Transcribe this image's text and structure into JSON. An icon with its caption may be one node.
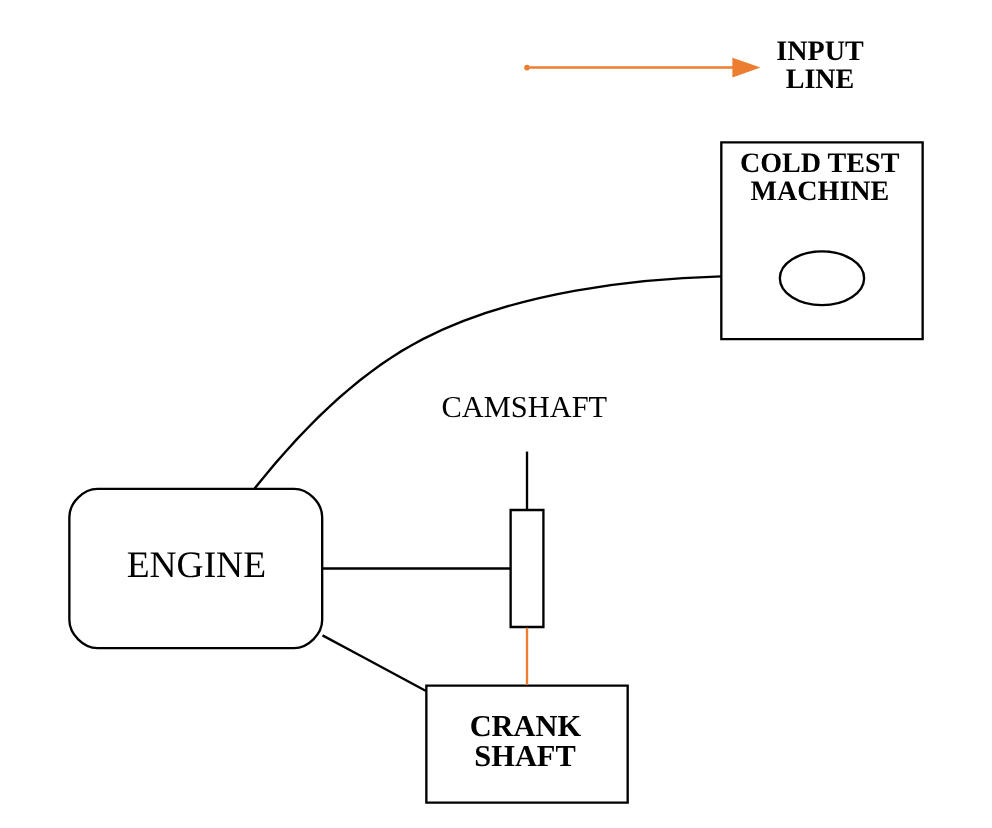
{
  "diagram": {
    "nodes": [
      {
        "text": [
          "COLD TEST MACHINE"
        ]
      },
      {
        "text": [],
        "shape": "ellipse",
        "in": 0
      },
      {
        "text": [
          "CAMSHAFT"
        ]
      },
      {
        "text": [],
        "shape": "box"
      },
      {
        "text": [
          "ENGINE"
        ]
      },
      {
        "text": [
          "CRANK SHAFT"
        ]
      },
      {
        "text": [
          "INPUT LINE"
        ]
      }
    ],
    "edges": [
      {
        "from": 2,
        "to": 3,
        "arrow": "none"
      },
      {
        "from": 4,
        "to": 3,
        "arrow": "none"
      },
      {
        "from": 4,
        "to": 5,
        "arrow": "none"
      },
      {
        "from": 3,
        "to": 5,
        "arrow": "none",
        "color": "#ed7d31"
      },
      {
        "from": null,
        "to": 6,
        "arrow": "to",
        "color": "#ed7d31"
      },
      {
        "from": 4,
        "to": 0,
        "arrow": "none"
      }
    ]
  }
}
